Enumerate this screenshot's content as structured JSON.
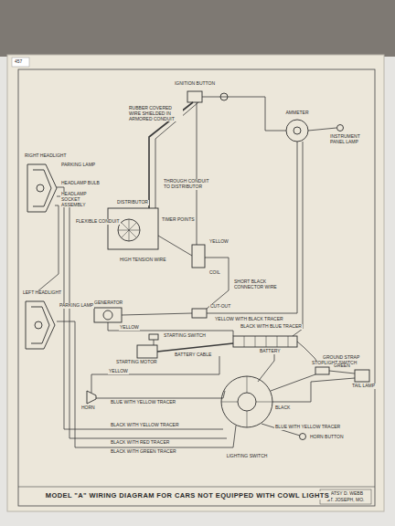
{
  "diagram": {
    "title": "MODEL \"A\" WIRING DIAGRAM FOR CARS NOT EQUIPPED WITH COWL LIGHTS",
    "labels": [
      "457",
      "IGNITION BUTTON",
      "RUBBER COVERED WIRE SHIELDED IN ARMORED CONDUIT",
      "AMMETER",
      "INSTRUMENT PANEL LAMP",
      "RIGHT HEADLIGHT",
      "PARKING LAMP",
      "HEADLAMP BULB",
      "HEADLAMP SOCKET ASSEMBLY",
      "FLEXIBLE CONDUIT",
      "THROUGH CONDUIT TO DISTRIBUTOR",
      "DISTRIBUTOR",
      "TIMER POINTS",
      "HIGH TENSION WIRE",
      "COIL",
      "YELLOW",
      "SHORT BLACK CONNECTOR WIRE",
      "GENERATOR",
      "CUT-OUT",
      "YELLOW WITH BLACK TRACER",
      "BLACK WITH BLUE TRACER",
      "YELLOW",
      "STARTING SWITCH",
      "STARTING MOTOR",
      "BATTERY",
      "BATTERY CABLE",
      "GROUND STRAP",
      "STOPLIGHT SWITCH",
      "GREEN",
      "TAIL LAMP",
      "HORN",
      "YELLOW",
      "BLUE WITH YELLOW TRACER",
      "BLACK WITH YELLOW TRACER",
      "BLACK WITH RED TRACER",
      "BLACK WITH GREEN TRACER",
      "BLACK",
      "BLUE WITH YELLOW TRACER",
      "HORN BUTTON",
      "LIGHTING SWITCH",
      "LEFT HEADLIGHT",
      "PARKING LAMP",
      "PATSY D. WEBB",
      "ST. JOSEPH, MO."
    ]
  }
}
